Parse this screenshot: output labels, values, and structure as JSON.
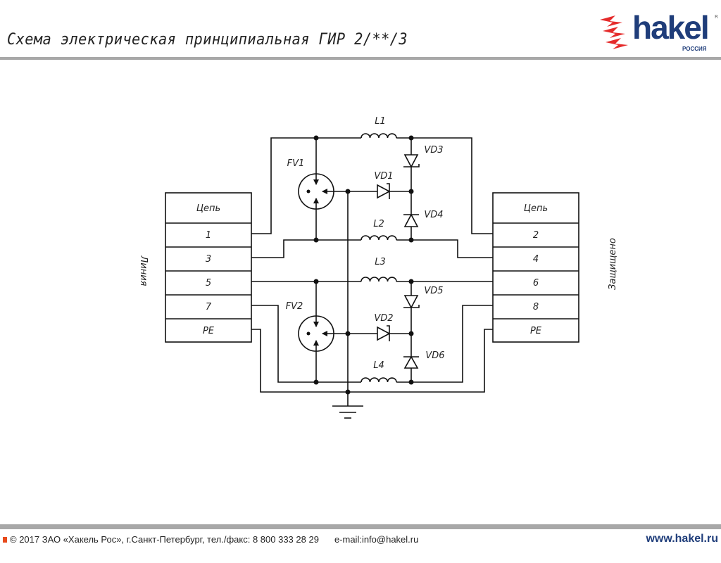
{
  "header": {
    "title": "Схема электрическая принципиальная ГИР 2/**/3"
  },
  "logo": {
    "brand": "hakel",
    "region": "РОССИЯ",
    "reg": "R"
  },
  "left_block": {
    "side_label": "Линия",
    "header": "Цепь",
    "rows": [
      "1",
      "3",
      "5",
      "7",
      "PE"
    ]
  },
  "right_block": {
    "side_label": "Защищено",
    "header": "Цепь",
    "rows": [
      "2",
      "4",
      "6",
      "8",
      "PE"
    ]
  },
  "components": {
    "L1": "L1",
    "L2": "L2",
    "L3": "L3",
    "L4": "L4",
    "FV1": "FV1",
    "FV2": "FV2",
    "VD1": "VD1",
    "VD2": "VD2",
    "VD3": "VD3",
    "VD4": "VD4",
    "VD5": "VD5",
    "VD6": "VD6"
  },
  "footer": {
    "copyright": "© 2017 ЗАО «Хакель Рос», г.Санкт-Петербург, тел./факс: 8 800 333 28 29",
    "email": "e-mail:info@hakel.ru",
    "website": "www.hakel.ru"
  },
  "colors": {
    "brand": "#1f3d7a",
    "accent": "#e84b1c",
    "bar": "#a8a8a8"
  }
}
